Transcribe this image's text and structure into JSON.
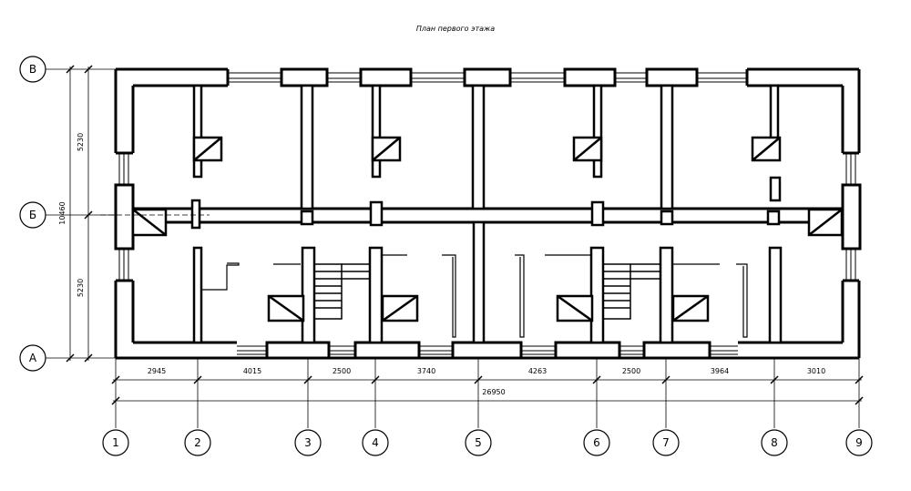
{
  "title": "План первого этажа",
  "column_axes": [
    "1",
    "2",
    "3",
    "4",
    "5",
    "6",
    "7",
    "8",
    "9"
  ],
  "row_axes": [
    "В",
    "Б",
    "А"
  ],
  "horizontal_dimensions": [
    "2945",
    "4015",
    "2500",
    "3740",
    "4263",
    "2500",
    "3964",
    "3010"
  ],
  "overall_length": "26950",
  "vertical_dimensions": [
    "5230",
    "5230"
  ],
  "overall_width": "10460"
}
